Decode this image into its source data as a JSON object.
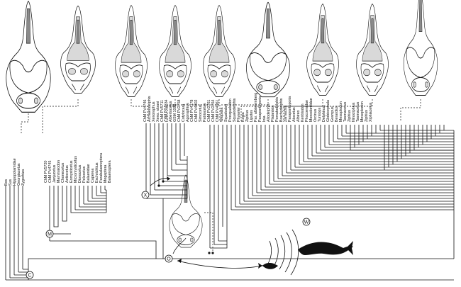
{
  "taxa": [
    "Bos",
    "Sus",
    "Hippopotamidae",
    "Georgiacetus",
    "Zygorhiza",
    "ChM PV5720",
    "ChM PV4745",
    "Janjucetus",
    "Mammalodon",
    "Chonecetus",
    "Aetiocetus",
    "Eomysticetus",
    "Micromysticetus",
    "Diorocetus",
    "Pelocetus",
    "Balaenidae",
    "Caperea",
    "Eschrichtius",
    "Parabalaenoptera",
    "Megaptera",
    "Balaenoptera",
    "ChM PV4746",
    "Archaeodelphis",
    "Xenorophus",
    "Xeno. sloani",
    "ChM PV5711",
    "ChM PV4834",
    "Albertocetus",
    "GSM 1098",
    "ChM PV2758",
    "Cotylocara",
    "Agorophius",
    "ChM PV4178",
    "ChM PV4802",
    "Simocetus",
    "Patriocetus",
    "ChM PV2761",
    "ChM PV2764",
    "ChM PV4961",
    "Waipatia",
    "Squalodon",
    "Prosqualodon",
    "Squalodelphis",
    "Physeter",
    "Kogia",
    "Ziphius",
    "Lipotes",
    "Par. albistemberg",
    "Parapontoporia",
    "Inia",
    "Allodelphis",
    "Platanista",
    "Pomatodelphis",
    "Brachydelphis",
    "Zarhachis",
    "Parapontoporia",
    "Atocetus",
    "Albireo",
    "Kentriodon",
    "Phocoenidae",
    "Monodontidae",
    "Orcinus",
    "Tursiops",
    "Delphinus",
    "Globicephala",
    "Grampus",
    "Berardius",
    "Mesoplodon",
    "Tasmacetus",
    "Ziphius",
    "Ninoziphius",
    "Tasmacetus",
    "Mesoplodon",
    "Ziphius",
    "Xiphiacetus"
  ],
  "nodes": {
    "c": "C",
    "m": "M",
    "o": "O",
    "x": "X",
    "w": "W"
  },
  "icons": {
    "whale": "whale-silhouette-icon",
    "fish": "fish-silhouette-icon",
    "sound": "echolocation-waves-icon"
  }
}
